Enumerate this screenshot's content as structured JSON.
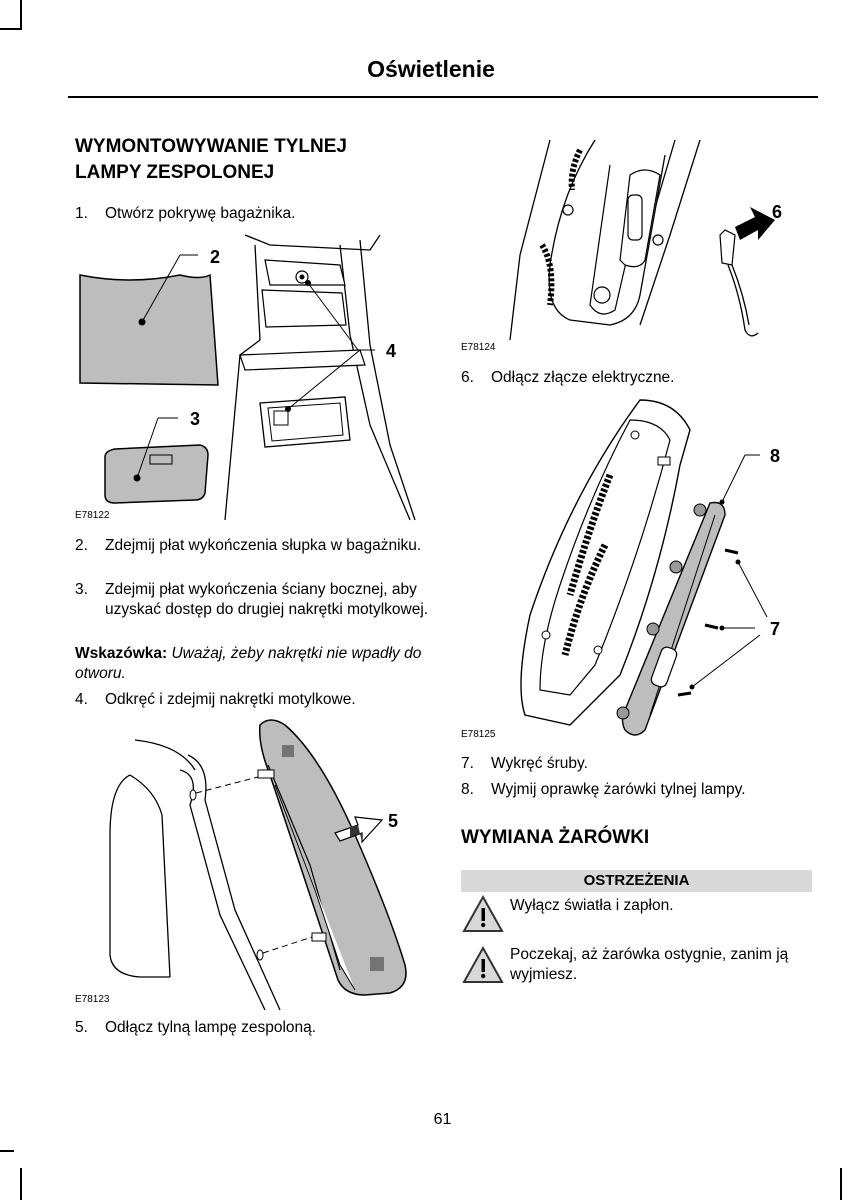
{
  "header": {
    "title": "Oświetlenie"
  },
  "section1": {
    "title_line1": "WYMONTOWYWANIE TYLNEJ",
    "title_line2": "LAMPY ZESPOLONEJ"
  },
  "steps": [
    {
      "num": "1.",
      "text": "Otwórz pokrywę bagażnika."
    },
    {
      "num": "2.",
      "text": "Zdejmij płat wykończenia słupka w bagażniku."
    },
    {
      "num": "3.",
      "text": "Zdejmij płat wykończenia ściany bocznej, aby uzyskać dostęp do drugiej nakrętki motylkowej."
    },
    {
      "num": "4.",
      "text": "Odkręć i zdejmij nakrętki motylkowe."
    },
    {
      "num": "5.",
      "text": "Odłącz tylną lampę zespoloną."
    },
    {
      "num": "6.",
      "text": "Odłącz złącze elektryczne."
    },
    {
      "num": "7.",
      "text": "Wykręć śruby."
    },
    {
      "num": "8.",
      "text": "Wyjmij oprawkę żarówki tylnej lampy."
    }
  ],
  "note": {
    "label": "Wskazówka:",
    "text": "Uważaj, żeby nakrętki nie wpadły do otworu."
  },
  "figures": {
    "fig1": {
      "code": "E78122",
      "callouts": [
        "2",
        "3",
        "4"
      ]
    },
    "fig2": {
      "code": "E78123",
      "callouts": [
        "5"
      ]
    },
    "fig3": {
      "code": "E78124",
      "callouts": [
        "6"
      ]
    },
    "fig4": {
      "code": "E78125",
      "callouts": [
        "8",
        "7"
      ]
    }
  },
  "section2": {
    "title": "WYMIANA ŻARÓWKI"
  },
  "warnings": {
    "header": "OSTRZEŻENIA",
    "items": [
      {
        "icon": "warning-triangle-icon",
        "text": "Wyłącz światła i zapłon."
      },
      {
        "icon": "warning-triangle-icon",
        "text": "Poczekaj, aż żarówka ostygnie, zanim ją wyjmiesz."
      }
    ]
  },
  "footer": {
    "page_number": "61"
  }
}
